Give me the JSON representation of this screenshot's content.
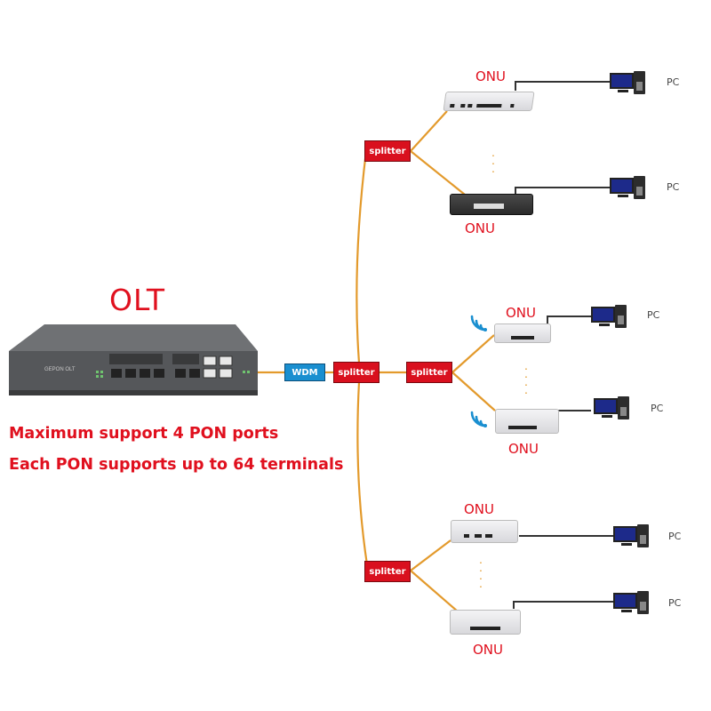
{
  "title": "OLT",
  "notes": [
    "Maximum support 4 PON ports",
    "Each PON supports up to 64 terminals"
  ],
  "olt_device_label": "GEPON OLT",
  "wdm_label": "WDM",
  "splitters": {
    "main": "splitter",
    "top": "splitter",
    "middle": "splitter",
    "bottom": "splitter"
  },
  "groups": {
    "top": {
      "onu_upper": "ONU",
      "onu_lower": "ONU",
      "pc_upper": "PC",
      "pc_lower": "PC"
    },
    "middle": {
      "onu_upper": "ONU",
      "onu_lower": "ONU",
      "pc_upper": "PC",
      "pc_lower": "PC"
    },
    "bottom": {
      "onu_upper": "ONU",
      "onu_lower": "ONU",
      "pc_upper": "PC",
      "pc_lower": "PC"
    }
  },
  "colors": {
    "fiber": "#e39a2c",
    "label_red": "#e0101e",
    "splitter": "#d9101e",
    "wdm": "#1a8fd0",
    "wifi": "#1a8fd0"
  }
}
